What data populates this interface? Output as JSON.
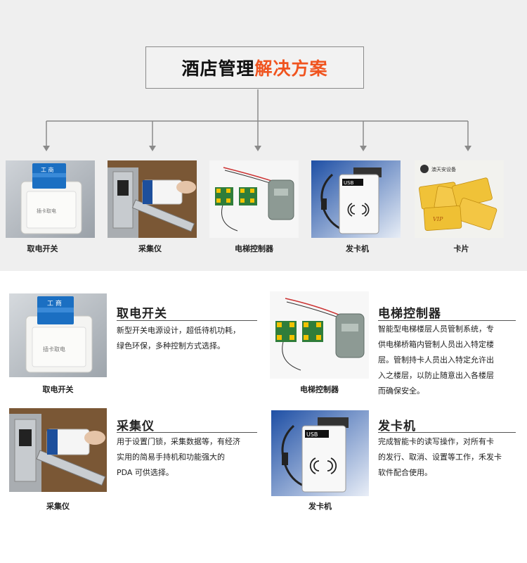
{
  "header": {
    "title_dark": "酒店管理",
    "title_accent": "解决方案",
    "accent_color": "#f0541f"
  },
  "products": [
    {
      "label": "取电开关",
      "icon": "power-switch-icon"
    },
    {
      "label": "采集仪",
      "icon": "door-lock-reader-icon"
    },
    {
      "label": "电梯控制器",
      "icon": "elevator-controller-icon"
    },
    {
      "label": "发卡机",
      "icon": "card-issuer-icon"
    },
    {
      "label": "卡片",
      "icon": "card-icon"
    }
  ],
  "details": [
    {
      "title": "取电开关",
      "lines": [
        "新型开关电源设计，超低待机功耗，",
        "绿色环保，多种控制方式选择。"
      ],
      "caption": "取电开关"
    },
    {
      "title": "电梯控制器",
      "lines": [
        "智能型电梯楼层人员管制系统，专",
        "供电梯桥箱内管制人员出入特定楼",
        "层。管制持卡人员出入特定允许出",
        "入之楼层，以防止随意出入各楼层",
        "而确保安全。"
      ],
      "caption": "电梯控制器"
    },
    {
      "title": "采集仪",
      "lines": [
        "用于设置门锁，采集数据等，有经济",
        "实用的简易手持机和功能强大的",
        "PDA 可供选择。"
      ],
      "caption": "采集仪"
    },
    {
      "title": "发卡机",
      "lines": [
        "完成智能卡的读写操作，对所有卡",
        "的发行、取消、设置等工作，禾发卡",
        "软件配合使用。"
      ],
      "caption": "发卡机"
    }
  ],
  "image_text": {
    "switch_card_brand": "工 商",
    "switch_card_face": "插卡取电",
    "card_reader_brand": "USB",
    "cards_brand": "澳天安设备",
    "cards_text": "VIP"
  }
}
